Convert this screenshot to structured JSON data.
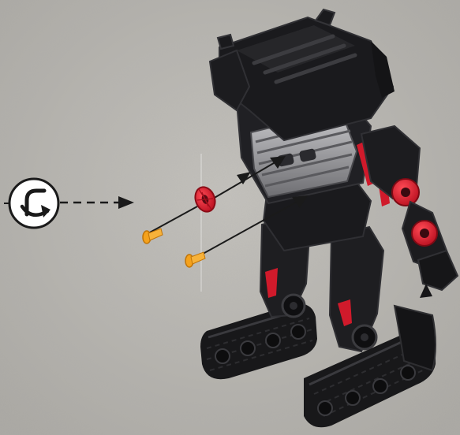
{
  "scene": {
    "subject": "robot-assembly-step",
    "background_color": "#b9b7b2",
    "robot_body_color": "#1c1c1e",
    "robot_accent_color": "#d01a2b",
    "wheel_color": "#e0162a",
    "pin_color": "#f5a21c",
    "metal_grille_color": "#9a9a9e",
    "guide_line_color": "#1a1a1a",
    "direction_icon": "rotate-arrow-icon",
    "parts": [
      {
        "name": "red-wheel",
        "count": 1
      },
      {
        "name": "orange-pin",
        "count": 2
      }
    ]
  }
}
